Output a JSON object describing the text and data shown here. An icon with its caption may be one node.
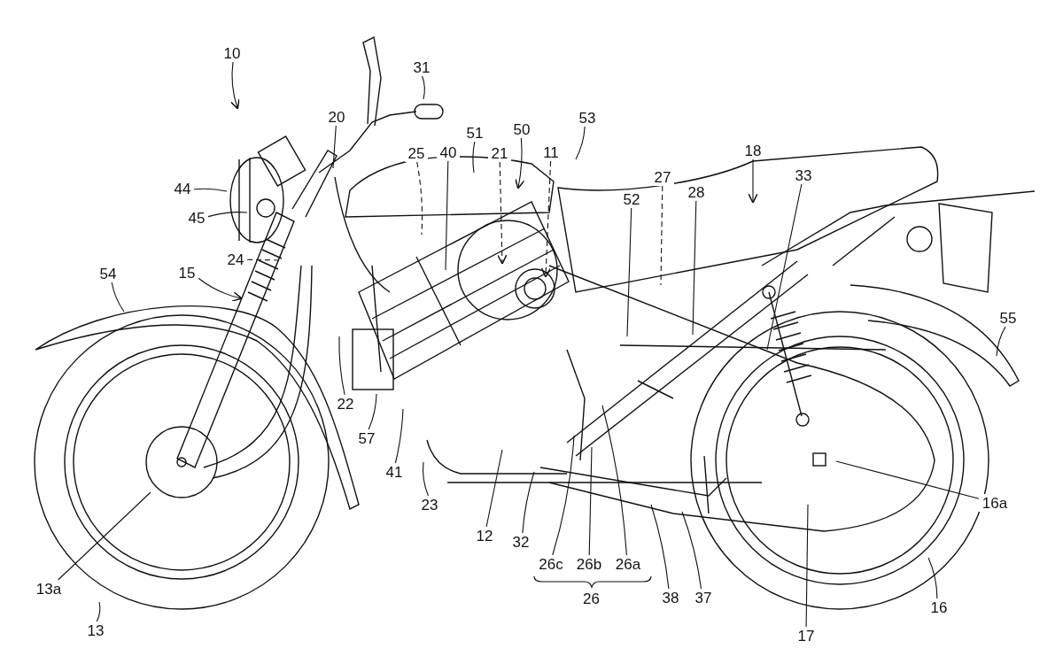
{
  "diagram": {
    "nodes": [
      {
        "text": [
          "10"
        ]
      },
      {
        "text": [
          "31"
        ]
      },
      {
        "text": [
          "20"
        ]
      },
      {
        "text": [
          "51"
        ]
      },
      {
        "text": [
          "50"
        ]
      },
      {
        "text": [
          "53"
        ]
      },
      {
        "text": [
          "11"
        ]
      },
      {
        "text": [
          "25"
        ]
      },
      {
        "text": [
          "40"
        ]
      },
      {
        "text": [
          "21"
        ]
      },
      {
        "text": [
          "18"
        ]
      },
      {
        "text": [
          "27"
        ]
      },
      {
        "text": [
          "28"
        ]
      },
      {
        "text": [
          "52"
        ]
      },
      {
        "text": [
          "33"
        ]
      },
      {
        "text": [
          "44"
        ]
      },
      {
        "text": [
          "45"
        ]
      },
      {
        "text": [
          "24"
        ]
      },
      {
        "text": [
          "54"
        ]
      },
      {
        "text": [
          "15"
        ]
      },
      {
        "text": [
          "55"
        ]
      },
      {
        "text": [
          "22"
        ]
      },
      {
        "text": [
          "57"
        ]
      },
      {
        "text": [
          "41"
        ]
      },
      {
        "text": [
          "23"
        ]
      },
      {
        "text": [
          "12"
        ]
      },
      {
        "text": [
          "32"
        ]
      },
      {
        "text": [
          "26c"
        ]
      },
      {
        "text": [
          "26b"
        ]
      },
      {
        "text": [
          "26a"
        ]
      },
      {
        "text": [
          "38"
        ]
      },
      {
        "text": [
          "37"
        ]
      },
      {
        "text": [
          "17"
        ]
      },
      {
        "text": [
          "16"
        ]
      },
      {
        "text": [
          "16a"
        ]
      },
      {
        "text": [
          "13a"
        ]
      },
      {
        "text": [
          "13"
        ]
      }
    ],
    "edges": [
      {
        "from": 0,
        "to": null,
        "arrow": "to"
      },
      {
        "from": 1,
        "to": null,
        "arrow": "none"
      },
      {
        "from": 2,
        "to": null,
        "arrow": "none"
      },
      {
        "from": 3,
        "to": null,
        "arrow": "none"
      },
      {
        "from": 4,
        "to": null,
        "arrow": "to"
      },
      {
        "from": 5,
        "to": null,
        "arrow": "none"
      },
      {
        "from": 6,
        "to": null,
        "arrow": "to",
        "style": "dashed"
      },
      {
        "from": 7,
        "to": null,
        "arrow": "none",
        "style": "dashed"
      },
      {
        "from": 8,
        "to": null,
        "arrow": "none"
      },
      {
        "from": 9,
        "to": null,
        "arrow": "to",
        "style": "dashed"
      },
      {
        "from": 10,
        "to": null,
        "arrow": "to"
      },
      {
        "from": 11,
        "to": null,
        "arrow": "none",
        "style": "dashed"
      },
      {
        "from": 12,
        "to": null,
        "arrow": "none"
      },
      {
        "from": 13,
        "to": null,
        "arrow": "none"
      },
      {
        "from": 14,
        "to": null,
        "arrow": "none"
      },
      {
        "from": 15,
        "to": null,
        "arrow": "none"
      },
      {
        "from": 16,
        "to": null,
        "arrow": "none"
      },
      {
        "from": 17,
        "to": null,
        "arrow": "none",
        "style": "dashed"
      },
      {
        "from": 18,
        "to": null,
        "arrow": "none"
      },
      {
        "from": 19,
        "to": null,
        "arrow": "to"
      },
      {
        "from": 20,
        "to": null,
        "arrow": "none"
      },
      {
        "from": 21,
        "to": null,
        "arrow": "none"
      },
      {
        "from": 22,
        "to": null,
        "arrow": "none"
      },
      {
        "from": 23,
        "to": null,
        "arrow": "none"
      },
      {
        "from": 24,
        "to": null,
        "arrow": "none"
      },
      {
        "from": 25,
        "to": null,
        "arrow": "none"
      },
      {
        "from": 26,
        "to": null,
        "arrow": "none"
      },
      {
        "from": 27,
        "to": null,
        "arrow": "none"
      },
      {
        "from": 28,
        "to": null,
        "arrow": "none"
      },
      {
        "from": 29,
        "to": null,
        "arrow": "none"
      },
      {
        "from": 30,
        "to": null,
        "arrow": "none"
      },
      {
        "from": 31,
        "to": null,
        "arrow": "none"
      },
      {
        "from": 32,
        "to": null,
        "arrow": "none"
      },
      {
        "from": 33,
        "to": null,
        "arrow": "none"
      },
      {
        "from": 34,
        "to": null,
        "arrow": "none"
      },
      {
        "from": 35,
        "to": null,
        "arrow": "none"
      },
      {
        "from": 36,
        "to": null,
        "arrow": "none"
      }
    ],
    "labels": [
      "26"
    ]
  }
}
